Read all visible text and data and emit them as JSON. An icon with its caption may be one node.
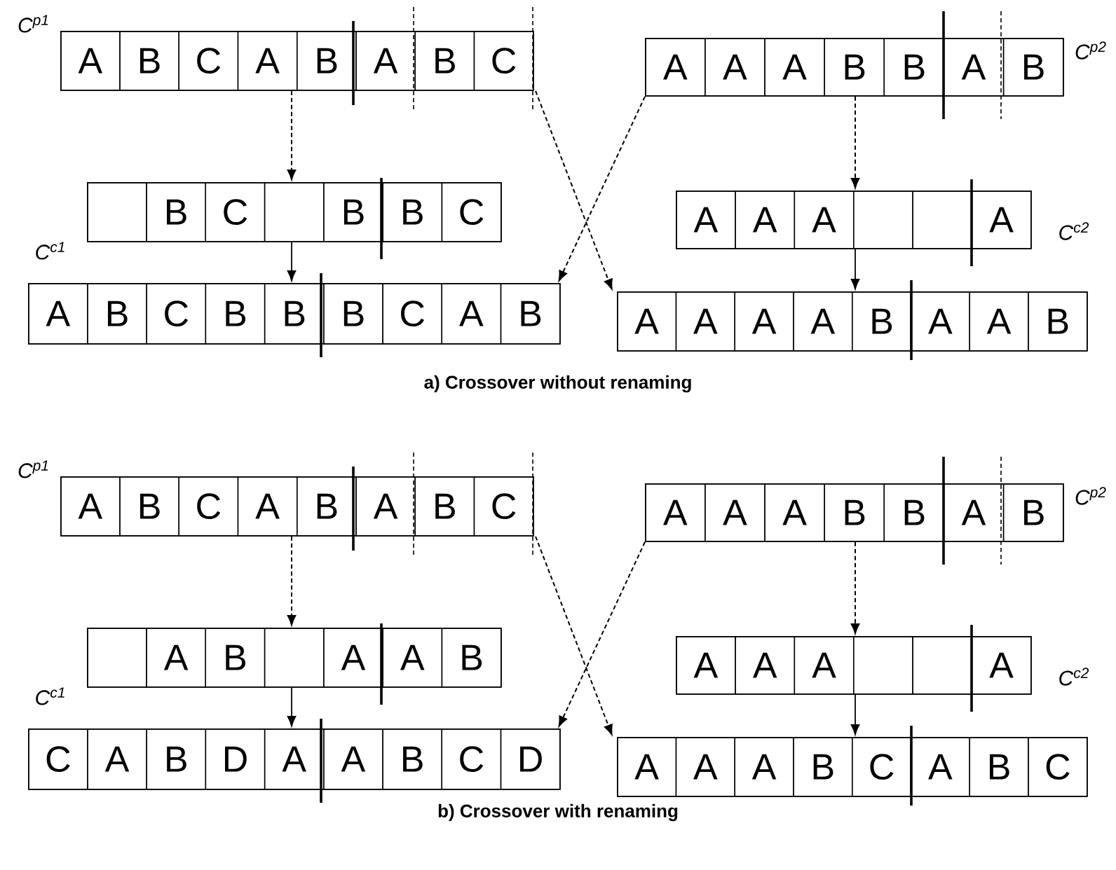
{
  "diagram": {
    "nodes": [
      {
        "text": [],
        "shape": "box",
        "beside": [
          "C$^{p1}$"
        ]
      },
      {
        "text": [
          "A"
        ],
        "in": 0
      },
      {
        "text": [
          "B"
        ],
        "in": 0
      },
      {
        "text": [
          "C"
        ],
        "in": 0
      },
      {
        "text": [
          "A"
        ],
        "in": 0
      },
      {
        "text": [
          "B"
        ],
        "in": 0
      },
      {
        "text": [
          "A"
        ],
        "in": 0
      },
      {
        "text": [
          "B"
        ],
        "in": 0
      },
      {
        "text": [
          "C"
        ],
        "in": 0
      },
      {
        "text": [],
        "shape": "box",
        "beside": [
          "C$^{c1}$"
        ]
      },
      {
        "text": [],
        "shape": "box",
        "in": 9
      },
      {
        "text": [
          "B"
        ],
        "in": 9
      },
      {
        "text": [
          "C"
        ],
        "in": 9
      },
      {
        "text": [],
        "shape": "box",
        "in": 9
      },
      {
        "text": [
          "B"
        ],
        "in": 9
      },
      {
        "text": [
          "B"
        ],
        "in": 9
      },
      {
        "text": [
          "C"
        ],
        "in": 9
      },
      {
        "text": [],
        "shape": "box"
      },
      {
        "text": [
          "A"
        ],
        "in": 17
      },
      {
        "text": [
          "B"
        ],
        "in": 17
      },
      {
        "text": [
          "C"
        ],
        "in": 17
      },
      {
        "text": [
          "B"
        ],
        "in": 17
      },
      {
        "text": [
          "B"
        ],
        "in": 17
      },
      {
        "text": [
          "B"
        ],
        "in": 17
      },
      {
        "text": [
          "C"
        ],
        "in": 17
      },
      {
        "text": [
          "A"
        ],
        "in": 17
      },
      {
        "text": [
          "B"
        ],
        "in": 17
      },
      {
        "text": [],
        "shape": "box",
        "beside": [
          "C$^{p2}$"
        ]
      },
      {
        "text": [
          "A"
        ],
        "in": 27
      },
      {
        "text": [
          "A"
        ],
        "in": 27
      },
      {
        "text": [
          "A"
        ],
        "in": 27
      },
      {
        "text": [
          "B"
        ],
        "in": 27
      },
      {
        "text": [
          "B"
        ],
        "in": 27
      },
      {
        "text": [
          "A"
        ],
        "in": 27
      },
      {
        "text": [
          "B"
        ],
        "in": 27
      },
      {
        "text": [],
        "shape": "box",
        "beside": [
          "C$^{c2}$"
        ]
      },
      {
        "text": [
          "A"
        ],
        "in": 35
      },
      {
        "text": [
          "A"
        ],
        "in": 35
      },
      {
        "text": [
          "A"
        ],
        "in": 35
      },
      {
        "text": [],
        "shape": "box",
        "in": 35
      },
      {
        "text": [],
        "shape": "box",
        "in": 35
      },
      {
        "text": [
          "A"
        ],
        "in": 35
      },
      {
        "text": [],
        "shape": "box"
      },
      {
        "text": [
          "A"
        ],
        "in": 42
      },
      {
        "text": [
          "A"
        ],
        "in": 42
      },
      {
        "text": [
          "A"
        ],
        "in": 42
      },
      {
        "text": [
          "A"
        ],
        "in": 42
      },
      {
        "text": [
          "B"
        ],
        "in": 42
      },
      {
        "text": [
          "A"
        ],
        "in": 42
      },
      {
        "text": [
          "A"
        ],
        "in": 42
      },
      {
        "text": [
          "B"
        ],
        "in": 42
      },
      {
        "text": [],
        "shape": "box",
        "beside": [
          "C$^{p1}$"
        ]
      },
      {
        "text": [
          "A"
        ],
        "in": 51
      },
      {
        "text": [
          "B"
        ],
        "in": 51
      },
      {
        "text": [
          "C"
        ],
        "in": 51
      },
      {
        "text": [
          "A"
        ],
        "in": 51
      },
      {
        "text": [
          "B"
        ],
        "in": 51
      },
      {
        "text": [
          "A"
        ],
        "in": 51
      },
      {
        "text": [
          "B"
        ],
        "in": 51
      },
      {
        "text": [
          "C"
        ],
        "in": 51
      },
      {
        "text": [],
        "shape": "box",
        "beside": [
          "C$^{c1}$"
        ]
      },
      {
        "text": [],
        "shape": "box",
        "in": 60
      },
      {
        "text": [
          "A"
        ],
        "in": 60
      },
      {
        "text": [
          "B"
        ],
        "in": 60
      },
      {
        "text": [],
        "shape": "box",
        "in": 60
      },
      {
        "text": [
          "A"
        ],
        "in": 60
      },
      {
        "text": [
          "A"
        ],
        "in": 60
      },
      {
        "text": [
          "B"
        ],
        "in": 60
      },
      {
        "text": [],
        "shape": "box"
      },
      {
        "text": [
          "C"
        ],
        "in": 68
      },
      {
        "text": [
          "A"
        ],
        "in": 68
      },
      {
        "text": [
          "B"
        ],
        "in": 68
      },
      {
        "text": [
          "D"
        ],
        "in": 68
      },
      {
        "text": [
          "A"
        ],
        "in": 68
      },
      {
        "text": [
          "A"
        ],
        "in": 68
      },
      {
        "text": [
          "B"
        ],
        "in": 68
      },
      {
        "text": [
          "C"
        ],
        "in": 68
      },
      {
        "text": [
          "D"
        ],
        "in": 68
      },
      {
        "text": [],
        "shape": "box",
        "beside": [
          "C$^{p2}$"
        ]
      },
      {
        "text": [
          "A"
        ],
        "in": 78
      },
      {
        "text": [
          "A"
        ],
        "in": 78
      },
      {
        "text": [
          "A"
        ],
        "in": 78
      },
      {
        "text": [
          "B"
        ],
        "in": 78
      },
      {
        "text": [
          "B"
        ],
        "in": 78
      },
      {
        "text": [
          "A"
        ],
        "in": 78
      },
      {
        "text": [
          "B"
        ],
        "in": 78
      },
      {
        "text": [],
        "shape": "box",
        "beside": [
          "C$^{c2}$"
        ]
      },
      {
        "text": [
          "A"
        ],
        "in": 86
      },
      {
        "text": [
          "A"
        ],
        "in": 86
      },
      {
        "text": [
          "A"
        ],
        "in": 86
      },
      {
        "text": [],
        "shape": "box",
        "in": 86
      },
      {
        "text": [],
        "shape": "box",
        "in": 86
      },
      {
        "text": [
          "A"
        ],
        "in": 86
      },
      {
        "text": [],
        "shape": "box"
      },
      {
        "text": [
          "A"
        ],
        "in": 93
      },
      {
        "text": [
          "A"
        ],
        "in": 93
      },
      {
        "text": [
          "A"
        ],
        "in": 93
      },
      {
        "text": [
          "B"
        ],
        "in": 93
      },
      {
        "text": [
          "C"
        ],
        "in": 93
      },
      {
        "text": [
          "A"
        ],
        "in": 93
      },
      {
        "text": [
          "B"
        ],
        "in": 93
      },
      {
        "text": [
          "C"
        ],
        "in": 93
      }
    ],
    "edges": [
      {
        "from": 0,
        "to": 9,
        "arrow": "to",
        "style": "dashed"
      },
      {
        "from": 9,
        "to": 17,
        "arrow": "to"
      },
      {
        "from": 0,
        "to": 42,
        "arrow": "to",
        "style": "dashed"
      },
      {
        "from": 27,
        "to": 17,
        "arrow": "to",
        "style": "dashed"
      },
      {
        "from": 27,
        "to": 35,
        "arrow": "to",
        "style": "dashed"
      },
      {
        "from": 35,
        "to": 42,
        "arrow": "to"
      },
      {
        "from": 51,
        "to": 60,
        "arrow": "to",
        "style": "dashed"
      },
      {
        "from": 60,
        "to": 68,
        "arrow": "to"
      },
      {
        "from": 51,
        "to": 93,
        "arrow": "to",
        "style": "dashed"
      },
      {
        "from": 78,
        "to": 68,
        "arrow": "to",
        "style": "dashed"
      },
      {
        "from": 78,
        "to": 86,
        "arrow": "to",
        "style": "dashed"
      },
      {
        "from": 86,
        "to": 93,
        "arrow": "to"
      }
    ],
    "labels": [
      "a) Crossover without renaming",
      "b) Crossover with renaming"
    ]
  }
}
